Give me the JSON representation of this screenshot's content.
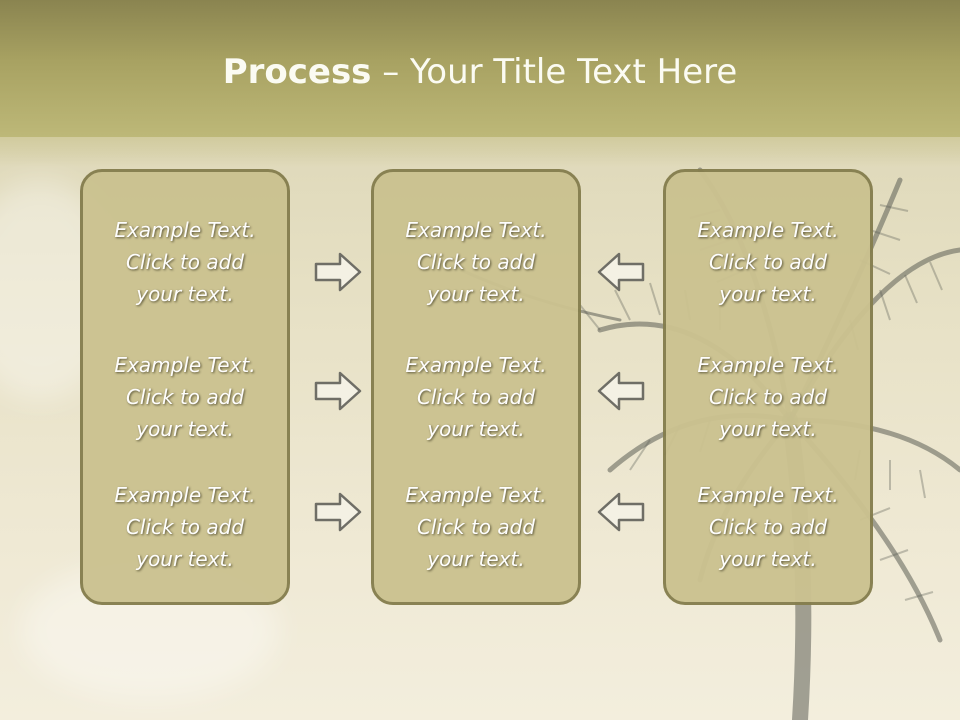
{
  "title": {
    "bold": "Process",
    "rest": " – Your Title Text Here"
  },
  "columns": [
    {
      "items": [
        {
          "line1": "Example Text.",
          "line2": "Click  to add",
          "line3": "your text."
        },
        {
          "line1": "Example Text.",
          "line2": "Click  to add",
          "line3": "your text."
        },
        {
          "line1": "Example Text.",
          "line2": "Click  to add",
          "line3": "your text."
        }
      ]
    },
    {
      "items": [
        {
          "line1": "Example Text.",
          "line2": "Click  to add",
          "line3": "your text."
        },
        {
          "line1": "Example Text.",
          "line2": "Click  to add",
          "line3": "your text."
        },
        {
          "line1": "Example Text.",
          "line2": "Click  to add",
          "line3": "your text."
        }
      ]
    },
    {
      "items": [
        {
          "line1": "Example Text.",
          "line2": "Click  to add",
          "line3": "your text."
        },
        {
          "line1": "Example Text.",
          "line2": "Click  to add",
          "line3": "your text."
        },
        {
          "line1": "Example Text.",
          "line2": "Click  to add",
          "line3": "your text."
        }
      ]
    }
  ],
  "arrows": {
    "left_group": "right-arrow-icon",
    "right_group": "left-arrow-icon"
  },
  "colors": {
    "header": "#a8a262",
    "box_fill": "#cbc290",
    "box_border": "#857e4e",
    "text": "#ffffff"
  }
}
